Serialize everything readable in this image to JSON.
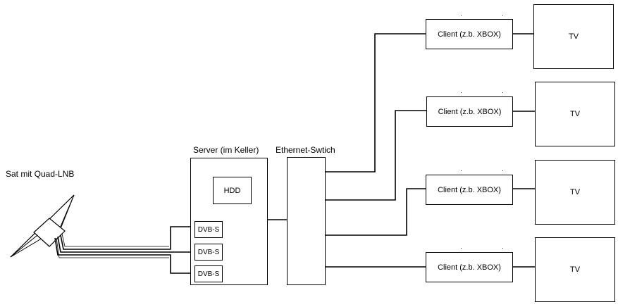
{
  "satellite": {
    "label": "Sat mit Quad-LNB"
  },
  "server": {
    "label": "Server (im Keller)",
    "hdd": "HDD",
    "tuners": [
      "DVB-S",
      "DVB-S",
      "DVB-S"
    ]
  },
  "switch": {
    "label": "Ethernet-Swtich"
  },
  "clients": [
    {
      "label": "Client (z.b. XBOX)",
      "tv": "TV"
    },
    {
      "label": "Client (z.b. XBOX)",
      "tv": "TV"
    },
    {
      "label": "Client (z.b. XBOX)",
      "tv": "TV"
    },
    {
      "label": "Client (z.b. XBOX)",
      "tv": "TV"
    }
  ]
}
